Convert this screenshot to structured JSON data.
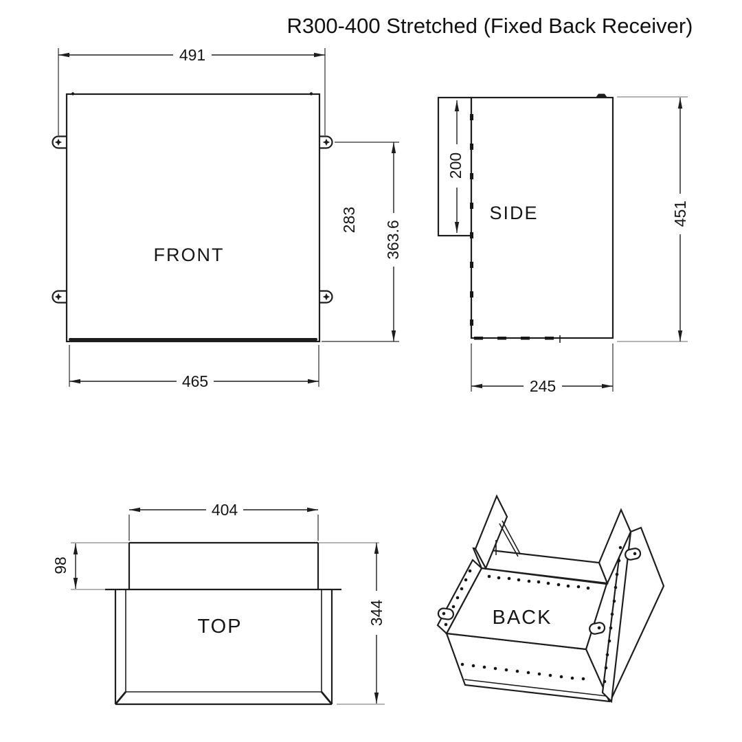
{
  "title": "R300-400 Stretched (Fixed Back Receiver)",
  "views": {
    "front": {
      "label": "FRONT",
      "dim_top_width": "491",
      "dim_bottom_width": "465",
      "dim_tab_height": "283",
      "dim_overall_height": "363.6"
    },
    "side": {
      "label": "SIDE",
      "dim_flange_height": "200",
      "dim_overall_height": "451",
      "dim_depth": "245"
    },
    "top": {
      "label": "TOP",
      "dim_neck_width": "404",
      "dim_neck_depth": "98",
      "dim_overall_depth": "344"
    },
    "back": {
      "label": "BACK"
    }
  },
  "colors": {
    "line": "#1d1d1d",
    "extension_line": "#9b9b9b",
    "text": "#161616",
    "background": "#ffffff"
  }
}
